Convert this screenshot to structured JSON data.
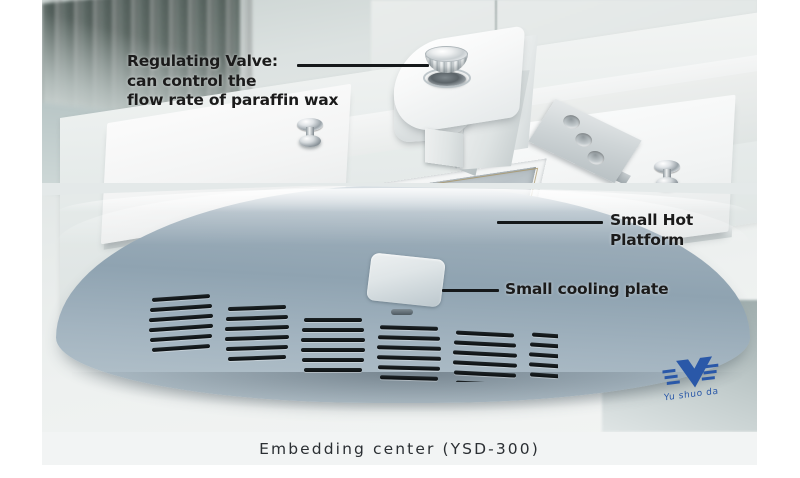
{
  "product_photo": {
    "alt_name": "embedding-center-photo",
    "machine": {
      "brand_logo_text": "Yu shuo da",
      "brand_logo_color": "#2a58a8",
      "body_color": "#9cadb9",
      "lid_color": "#f5f6f6"
    },
    "annotations": [
      {
        "id": "regulating-valve",
        "label": "Regulating Valve:\ncan control the\nflow rate of paraffin wax",
        "leader": "line"
      },
      {
        "id": "small-hot-platform",
        "label": "Small Hot Platform",
        "leader": "line"
      },
      {
        "id": "small-cooling-plate",
        "label": "Small cooling plate",
        "leader": "line"
      }
    ]
  },
  "caption": {
    "text": "Embedding center (YSD-300)"
  },
  "colors": {
    "annotation_text": "#1b1b1b",
    "leader_line": "#15181a",
    "caption_text": "#2b2f33",
    "caption_background": "#f2f4f4",
    "page_background": "#ffffff"
  }
}
